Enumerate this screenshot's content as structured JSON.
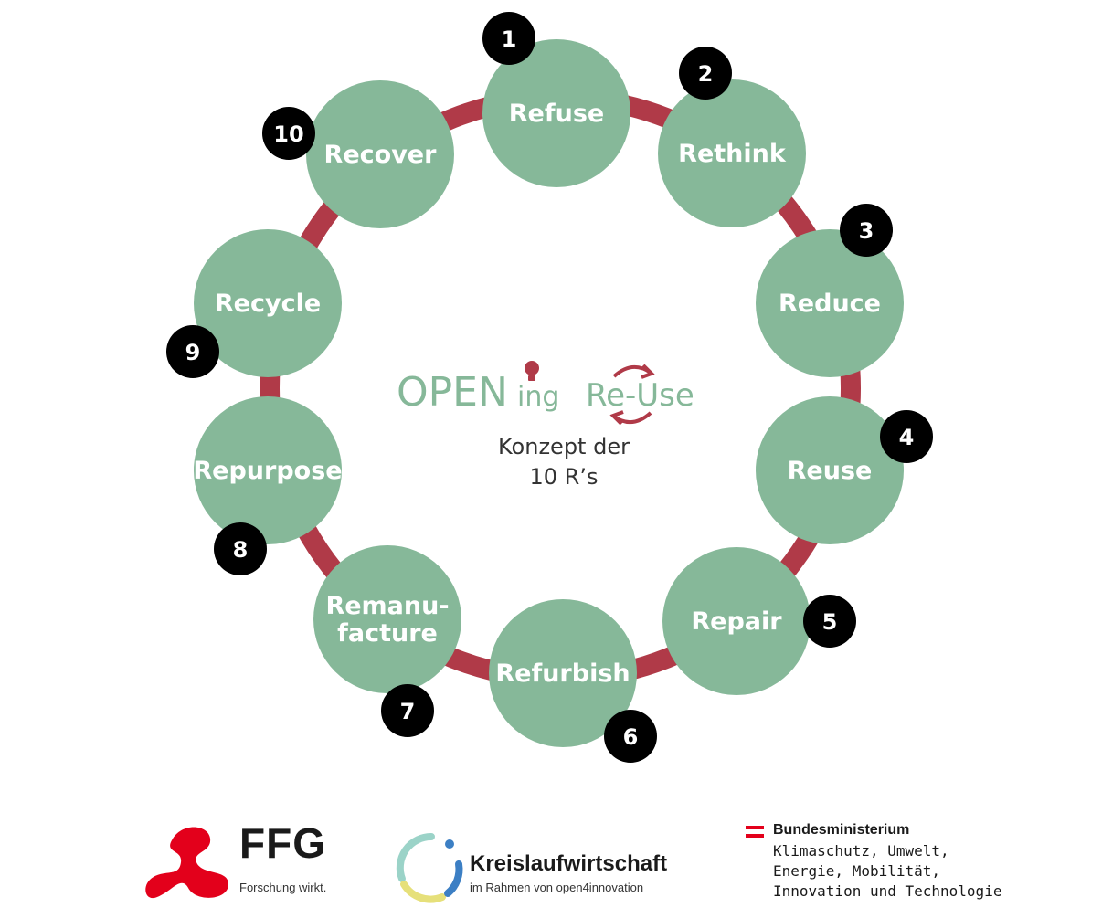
{
  "colors": {
    "node_fill": "#86b899",
    "ring_stroke": "#b03a48",
    "badge_fill": "#000000",
    "text_white": "#ffffff",
    "logo_green": "#86b899",
    "logo_red": "#b03a48",
    "ffg_red": "#e3001b",
    "austria_red": "#e3001b"
  },
  "center": {
    "logo": {
      "open": "OPEN",
      "ing": "ing",
      "reuse": "Re-Use"
    },
    "subtitle_line1": "Konzept der",
    "subtitle_line2": "10 R’s",
    "logo_icons": [
      "lightbulb-icon",
      "circular-arrows-icon"
    ]
  },
  "steps": [
    {
      "number": "1",
      "label_lines": [
        "Refuse"
      ]
    },
    {
      "number": "2",
      "label_lines": [
        "Rethink"
      ]
    },
    {
      "number": "3",
      "label_lines": [
        "Reduce"
      ]
    },
    {
      "number": "4",
      "label_lines": [
        "Reuse"
      ]
    },
    {
      "number": "5",
      "label_lines": [
        "Repair"
      ]
    },
    {
      "number": "6",
      "label_lines": [
        "Refurbish"
      ]
    },
    {
      "number": "7",
      "label_lines": [
        "Remanu-",
        "facture"
      ]
    },
    {
      "number": "8",
      "label_lines": [
        "Repurpose"
      ]
    },
    {
      "number": "9",
      "label_lines": [
        "Recycle"
      ]
    },
    {
      "number": "10",
      "label_lines": [
        "Recover"
      ]
    }
  ],
  "footer": {
    "ffg": {
      "name": "FFG",
      "tagline": "Forschung wirkt.",
      "icon": "ffg-logo-icon"
    },
    "kreislauf": {
      "name": "Kreislaufwirtschaft",
      "tagline": "im Rahmen von open4innovation",
      "icon": "circle-logo-icon"
    },
    "ministry": {
      "heading": "Bundesministerium",
      "lines": [
        "Klimaschutz, Umwelt,",
        "Energie, Mobilität,",
        "Innovation und Technologie"
      ],
      "icon": "austria-flag-icon"
    }
  }
}
